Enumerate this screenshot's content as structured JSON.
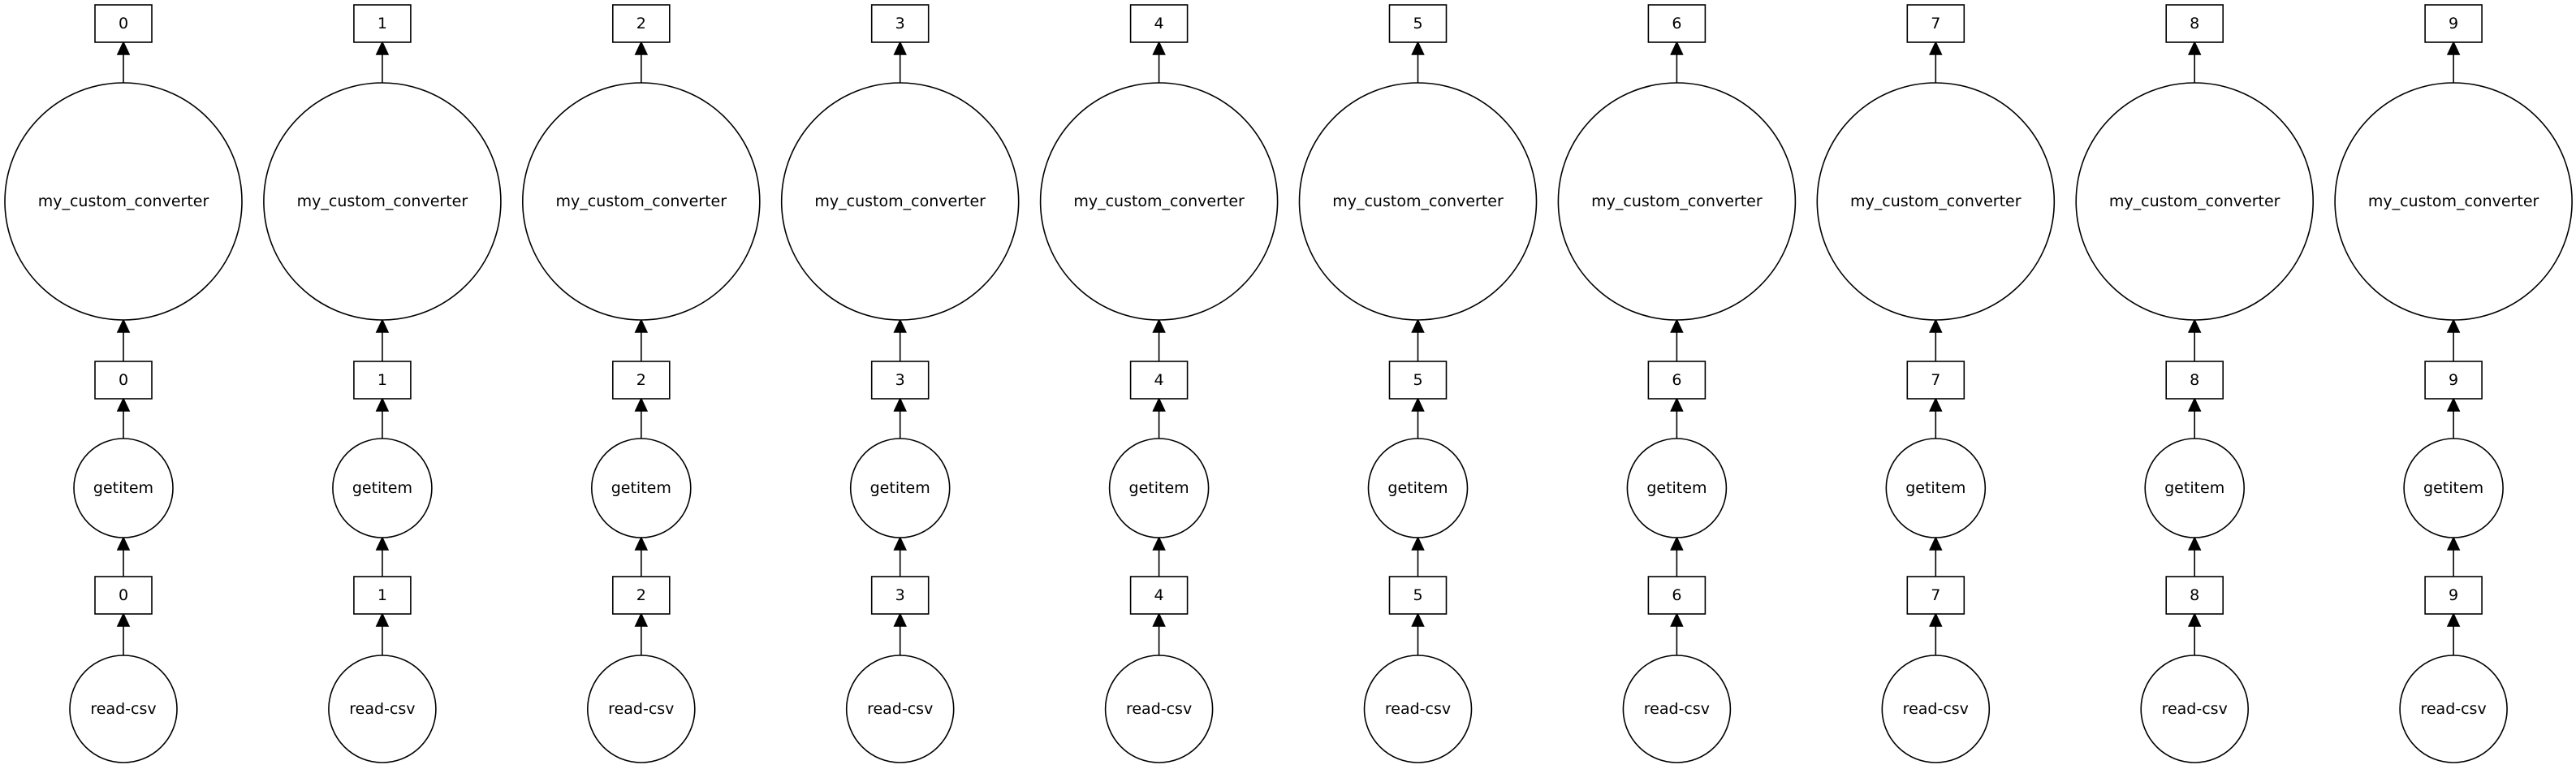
{
  "graph": {
    "chains": [
      {
        "read": "read-csv",
        "partition": "0",
        "getitem": "getitem",
        "getitem_out": "0",
        "converter": "my_custom_converter",
        "output": "0"
      },
      {
        "read": "read-csv",
        "partition": "1",
        "getitem": "getitem",
        "getitem_out": "1",
        "converter": "my_custom_converter",
        "output": "1"
      },
      {
        "read": "read-csv",
        "partition": "2",
        "getitem": "getitem",
        "getitem_out": "2",
        "converter": "my_custom_converter",
        "output": "2"
      },
      {
        "read": "read-csv",
        "partition": "3",
        "getitem": "getitem",
        "getitem_out": "3",
        "converter": "my_custom_converter",
        "output": "3"
      },
      {
        "read": "read-csv",
        "partition": "4",
        "getitem": "getitem",
        "getitem_out": "4",
        "converter": "my_custom_converter",
        "output": "4"
      },
      {
        "read": "read-csv",
        "partition": "5",
        "getitem": "getitem",
        "getitem_out": "5",
        "converter": "my_custom_converter",
        "output": "5"
      },
      {
        "read": "read-csv",
        "partition": "6",
        "getitem": "getitem",
        "getitem_out": "6",
        "converter": "my_custom_converter",
        "output": "6"
      },
      {
        "read": "read-csv",
        "partition": "7",
        "getitem": "getitem",
        "getitem_out": "7",
        "converter": "my_custom_converter",
        "output": "7"
      },
      {
        "read": "read-csv",
        "partition": "8",
        "getitem": "getitem",
        "getitem_out": "8",
        "converter": "my_custom_converter",
        "output": "8"
      },
      {
        "read": "read-csv",
        "partition": "9",
        "getitem": "getitem",
        "getitem_out": "9",
        "converter": "my_custom_converter",
        "output": "9"
      }
    ]
  }
}
